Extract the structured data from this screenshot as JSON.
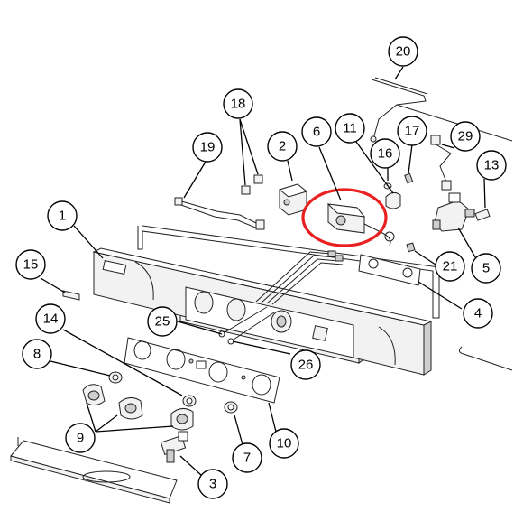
{
  "callouts": [
    {
      "id": "c1",
      "label": "1"
    },
    {
      "id": "c2",
      "label": "2"
    },
    {
      "id": "c3",
      "label": "3"
    },
    {
      "id": "c4",
      "label": "4"
    },
    {
      "id": "c5",
      "label": "5"
    },
    {
      "id": "c6",
      "label": "6"
    },
    {
      "id": "c7",
      "label": "7"
    },
    {
      "id": "c8",
      "label": "8"
    },
    {
      "id": "c9",
      "label": "9"
    },
    {
      "id": "c10",
      "label": "10"
    },
    {
      "id": "c11",
      "label": "11"
    },
    {
      "id": "c13",
      "label": "13"
    },
    {
      "id": "c14",
      "label": "14"
    },
    {
      "id": "c15",
      "label": "15"
    },
    {
      "id": "c16",
      "label": "16"
    },
    {
      "id": "c17",
      "label": "17"
    },
    {
      "id": "c18",
      "label": "18"
    },
    {
      "id": "c19",
      "label": "19"
    },
    {
      "id": "c20",
      "label": "20"
    },
    {
      "id": "c21",
      "label": "21"
    },
    {
      "id": "c25",
      "label": "25"
    },
    {
      "id": "c26",
      "label": "26"
    },
    {
      "id": "c29",
      "label": "29"
    }
  ],
  "highlight": {
    "part": "6",
    "color": "#e8201f"
  }
}
